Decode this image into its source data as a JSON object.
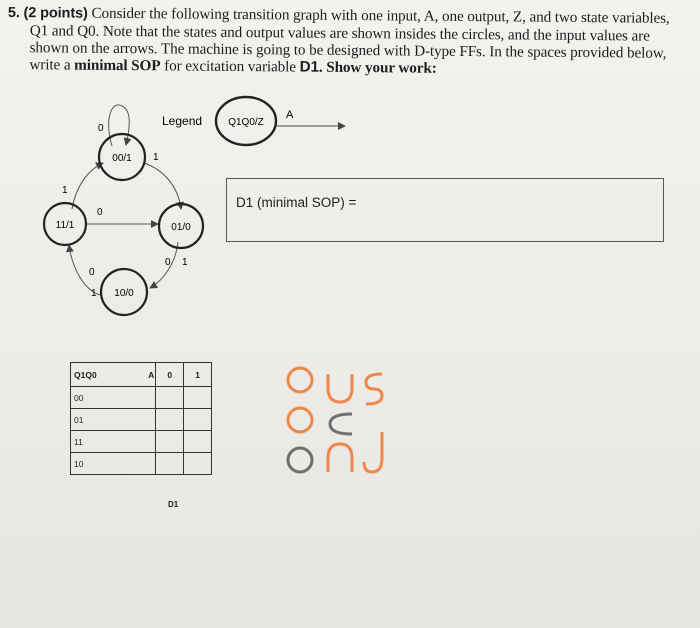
{
  "question": {
    "number": "5.",
    "points": "(2 points)",
    "line1": "Consider the following transition graph with one input, A, one output, Z, and two state variables,",
    "line2": "Q1 and Q0. Note that the states and output values are shown insides the circles, and the input values are",
    "line3": "shown on the arrows. The machine is going to be designed with D-type FFs. In the spaces provided below,",
    "line4_pre": "write a",
    "line4_bold": "minimal SOP",
    "line4_mid": "for excitation variable",
    "line4_var": "D1",
    "line4_end": ". Show your work:"
  },
  "legend": {
    "label": "Legend",
    "state_label": "Q1Q0/Z",
    "arrow_label": "A"
  },
  "states": {
    "s00": "00/1",
    "s01": "01/0",
    "s10": "10/0",
    "s11": "11/1"
  },
  "transitions": {
    "s00_self": "0",
    "s00_to_s01": "1",
    "s11_to_s00": "1",
    "s11_to_s01": "0",
    "s01_to_s10_0": "0",
    "s01_to_s10_1": "1",
    "s10_to_s11": "0",
    "s10_self": "1"
  },
  "sop": {
    "label": "D1 (minimal SOP) ="
  },
  "kmap": {
    "corner": "Q1Q0",
    "input_label": "A",
    "col0": "0",
    "col1": "1",
    "rows": [
      "00",
      "01",
      "11",
      "10"
    ],
    "caption": "D1"
  },
  "logo_icon": "usc-logo-icon",
  "colors": {
    "logo_orange": "#f0874a",
    "logo_gray": "#6f6f6f"
  }
}
